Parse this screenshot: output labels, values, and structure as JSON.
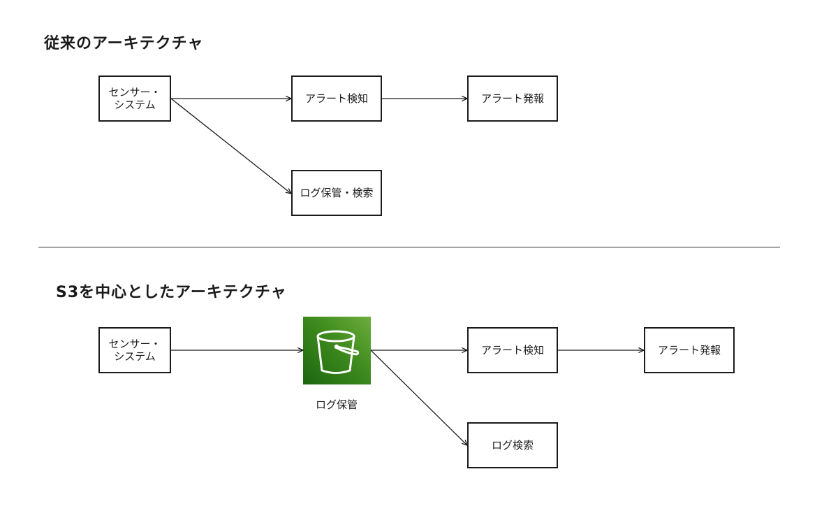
{
  "sections": {
    "traditional": {
      "title": "従来のアーキテクチャ",
      "nodes": {
        "sensor_line1": "センサー・",
        "sensor_line2": "システム",
        "alert_detect": "アラート検知",
        "alert_notify": "アラート発報",
        "log_store_search": "ログ保管・検索"
      }
    },
    "s3_centric": {
      "title": "S3を中心としたアーキテクチャ",
      "nodes": {
        "sensor_line1": "センサー・",
        "sensor_line2": "システム",
        "log_storage": "ログ保管",
        "alert_detect": "アラート検知",
        "alert_notify": "アラート発報",
        "log_search": "ログ検索"
      }
    }
  },
  "icons": {
    "storage": "s3-bucket-icon"
  },
  "colors": {
    "stroke": "#1a1a1a",
    "s3_gradient_dark": "#1b660f",
    "s3_gradient_light": "#6cae3e",
    "icon_foreground": "#ffffff"
  }
}
